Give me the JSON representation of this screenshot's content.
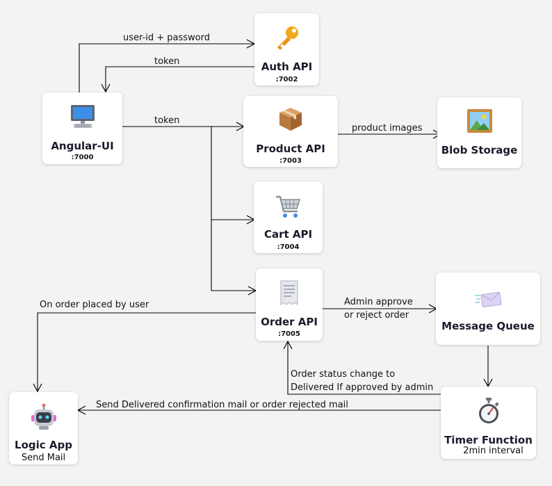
{
  "nodes": {
    "angular": {
      "title": "Angular-UI",
      "port": ":7000",
      "icon": "computer-monitor-icon"
    },
    "auth": {
      "title": "Auth API",
      "port": ":7002",
      "icon": "key-icon"
    },
    "product": {
      "title": "Product API",
      "port": ":7003",
      "icon": "package-box-icon"
    },
    "blob": {
      "title": "Blob Storage",
      "icon": "framed-picture-icon"
    },
    "cart": {
      "title": "Cart API",
      "port": ":7004",
      "icon": "shopping-cart-icon"
    },
    "order": {
      "title": "Order API",
      "port": ":7005",
      "icon": "receipt-icon"
    },
    "queue": {
      "title": "Message Queue",
      "icon": "envelope-icon"
    },
    "logic": {
      "title": "Logic App",
      "subtitle": "Send Mail",
      "icon": "robot-icon"
    },
    "timer": {
      "title": "Timer Function",
      "subtitle": "2min interval",
      "icon": "stopwatch-icon"
    }
  },
  "edges": {
    "login": "user-id + password",
    "token_return": "token",
    "token_send": "token",
    "product_images": "product images",
    "order_placed": "On order placed by user",
    "admin_line1": "Admin approve",
    "admin_line2": "or reject order",
    "status_line1": "Order status change to",
    "status_line2": "Delivered If approved by admin",
    "mail": "Send Delivered confirmation mail or order rejected mail"
  },
  "colors": {
    "background": "#f3f3f3",
    "card": "#ffffff",
    "line": "#000000"
  }
}
